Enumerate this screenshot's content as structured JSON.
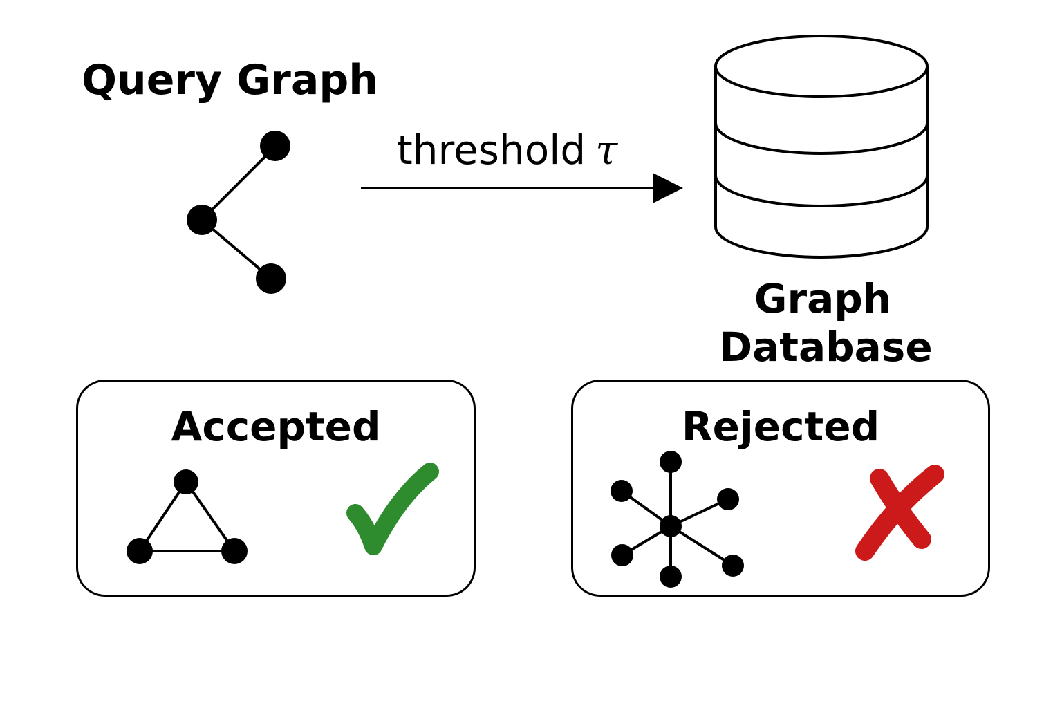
{
  "query_graph": {
    "title": "Query Graph"
  },
  "arrow": {
    "text": "threshold",
    "symbol": "τ"
  },
  "database": {
    "label_line1": "Graph",
    "label_line2": "Database",
    "icon": "database-cylinder-icon"
  },
  "accepted": {
    "title": "Accepted",
    "graph_icon": "triangle-graph-icon",
    "status_icon": "checkmark-icon",
    "status_color": "#2e8b2e"
  },
  "rejected": {
    "title": "Rejected",
    "graph_icon": "star-graph-icon",
    "status_icon": "cross-icon",
    "status_color": "#cc1a1a"
  }
}
